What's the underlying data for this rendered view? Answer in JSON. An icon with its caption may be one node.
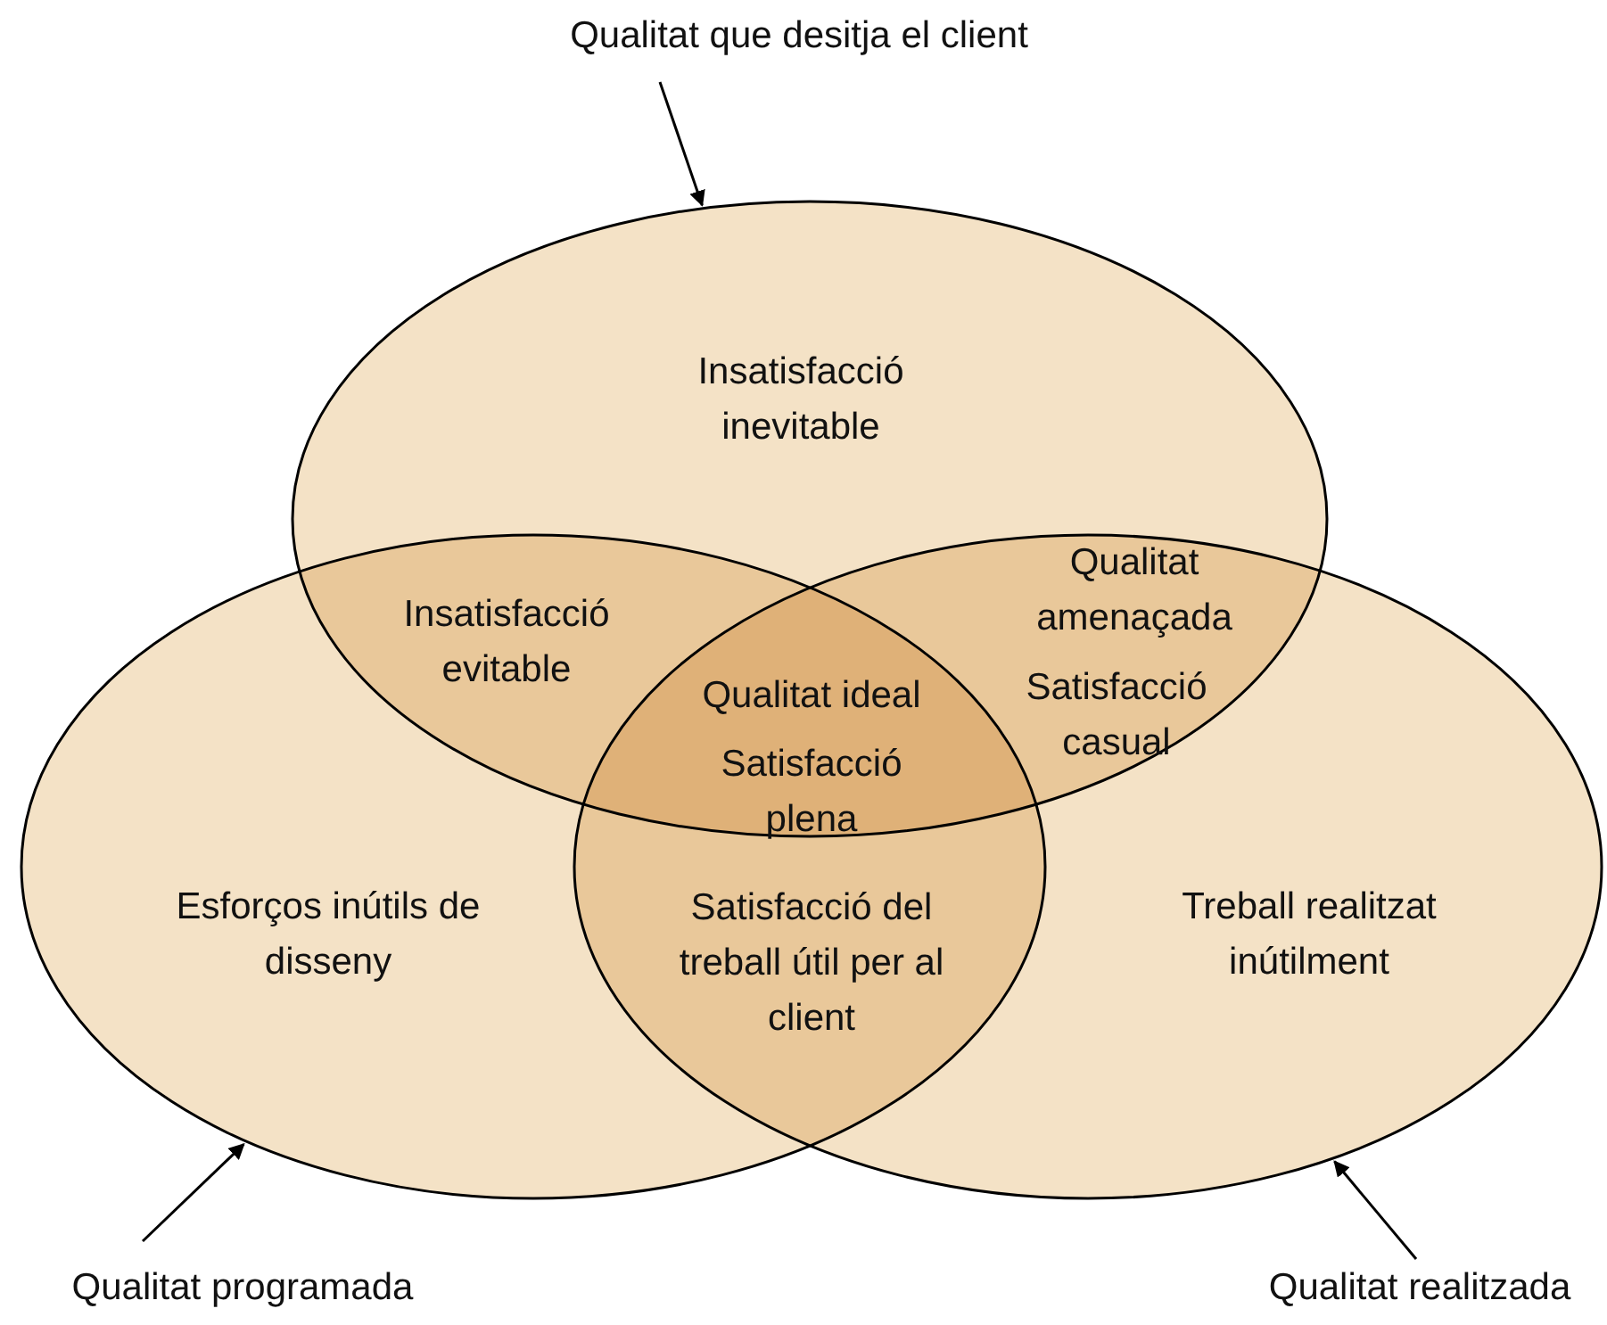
{
  "diagram": {
    "nodes": [
      {
        "text": [
          "Qualitat que desitja el client"
        ]
      },
      {
        "text": [],
        "shape": "ellipse"
      },
      {
        "text": [],
        "shape": "ellipse"
      },
      {
        "text": [],
        "shape": "ellipse"
      },
      {
        "text": [
          "Qualitat programada"
        ]
      },
      {
        "text": [
          "Qualitat realitzada"
        ]
      }
    ],
    "edges": [
      {
        "from": 0,
        "to": 1,
        "arrow": "to"
      },
      {
        "from": 4,
        "to": 2,
        "arrow": "to"
      },
      {
        "from": 5,
        "to": 3,
        "arrow": "to"
      }
    ],
    "labels": [
      "Insatisfacció inevitable",
      "Insatisfacció evitable",
      "Qualitat amenaçada",
      "Satisfacció casual",
      "Qualitat ideal",
      "Satisfacció plena",
      "Esforços inútils de disseny",
      "Satisfacció del treball útil per al client",
      "Treball realitzat inútilment"
    ]
  }
}
